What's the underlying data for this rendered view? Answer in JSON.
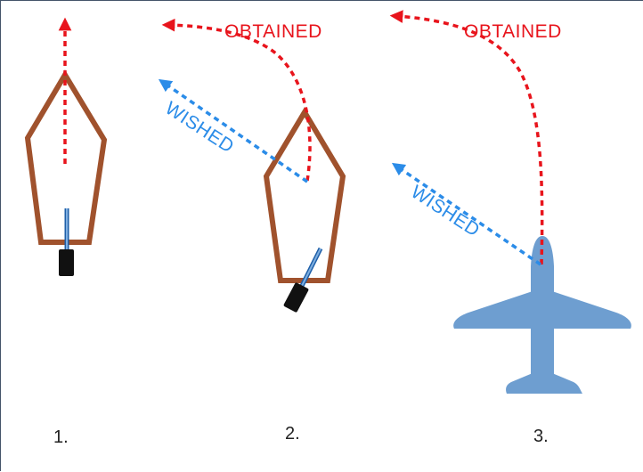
{
  "labels": {
    "obtained": "OBTAINED",
    "wished": "WISHED"
  },
  "panels": [
    {
      "number": "1."
    },
    {
      "number": "2."
    },
    {
      "number": "3."
    }
  ],
  "colors": {
    "obtained_arrow": "#e8141c",
    "wished_arrow": "#2b8ce8",
    "boat_hull": "#a0522d",
    "rudder": "#2f6fb0",
    "motor": "#111111",
    "airplane": "#6e9ed0"
  }
}
